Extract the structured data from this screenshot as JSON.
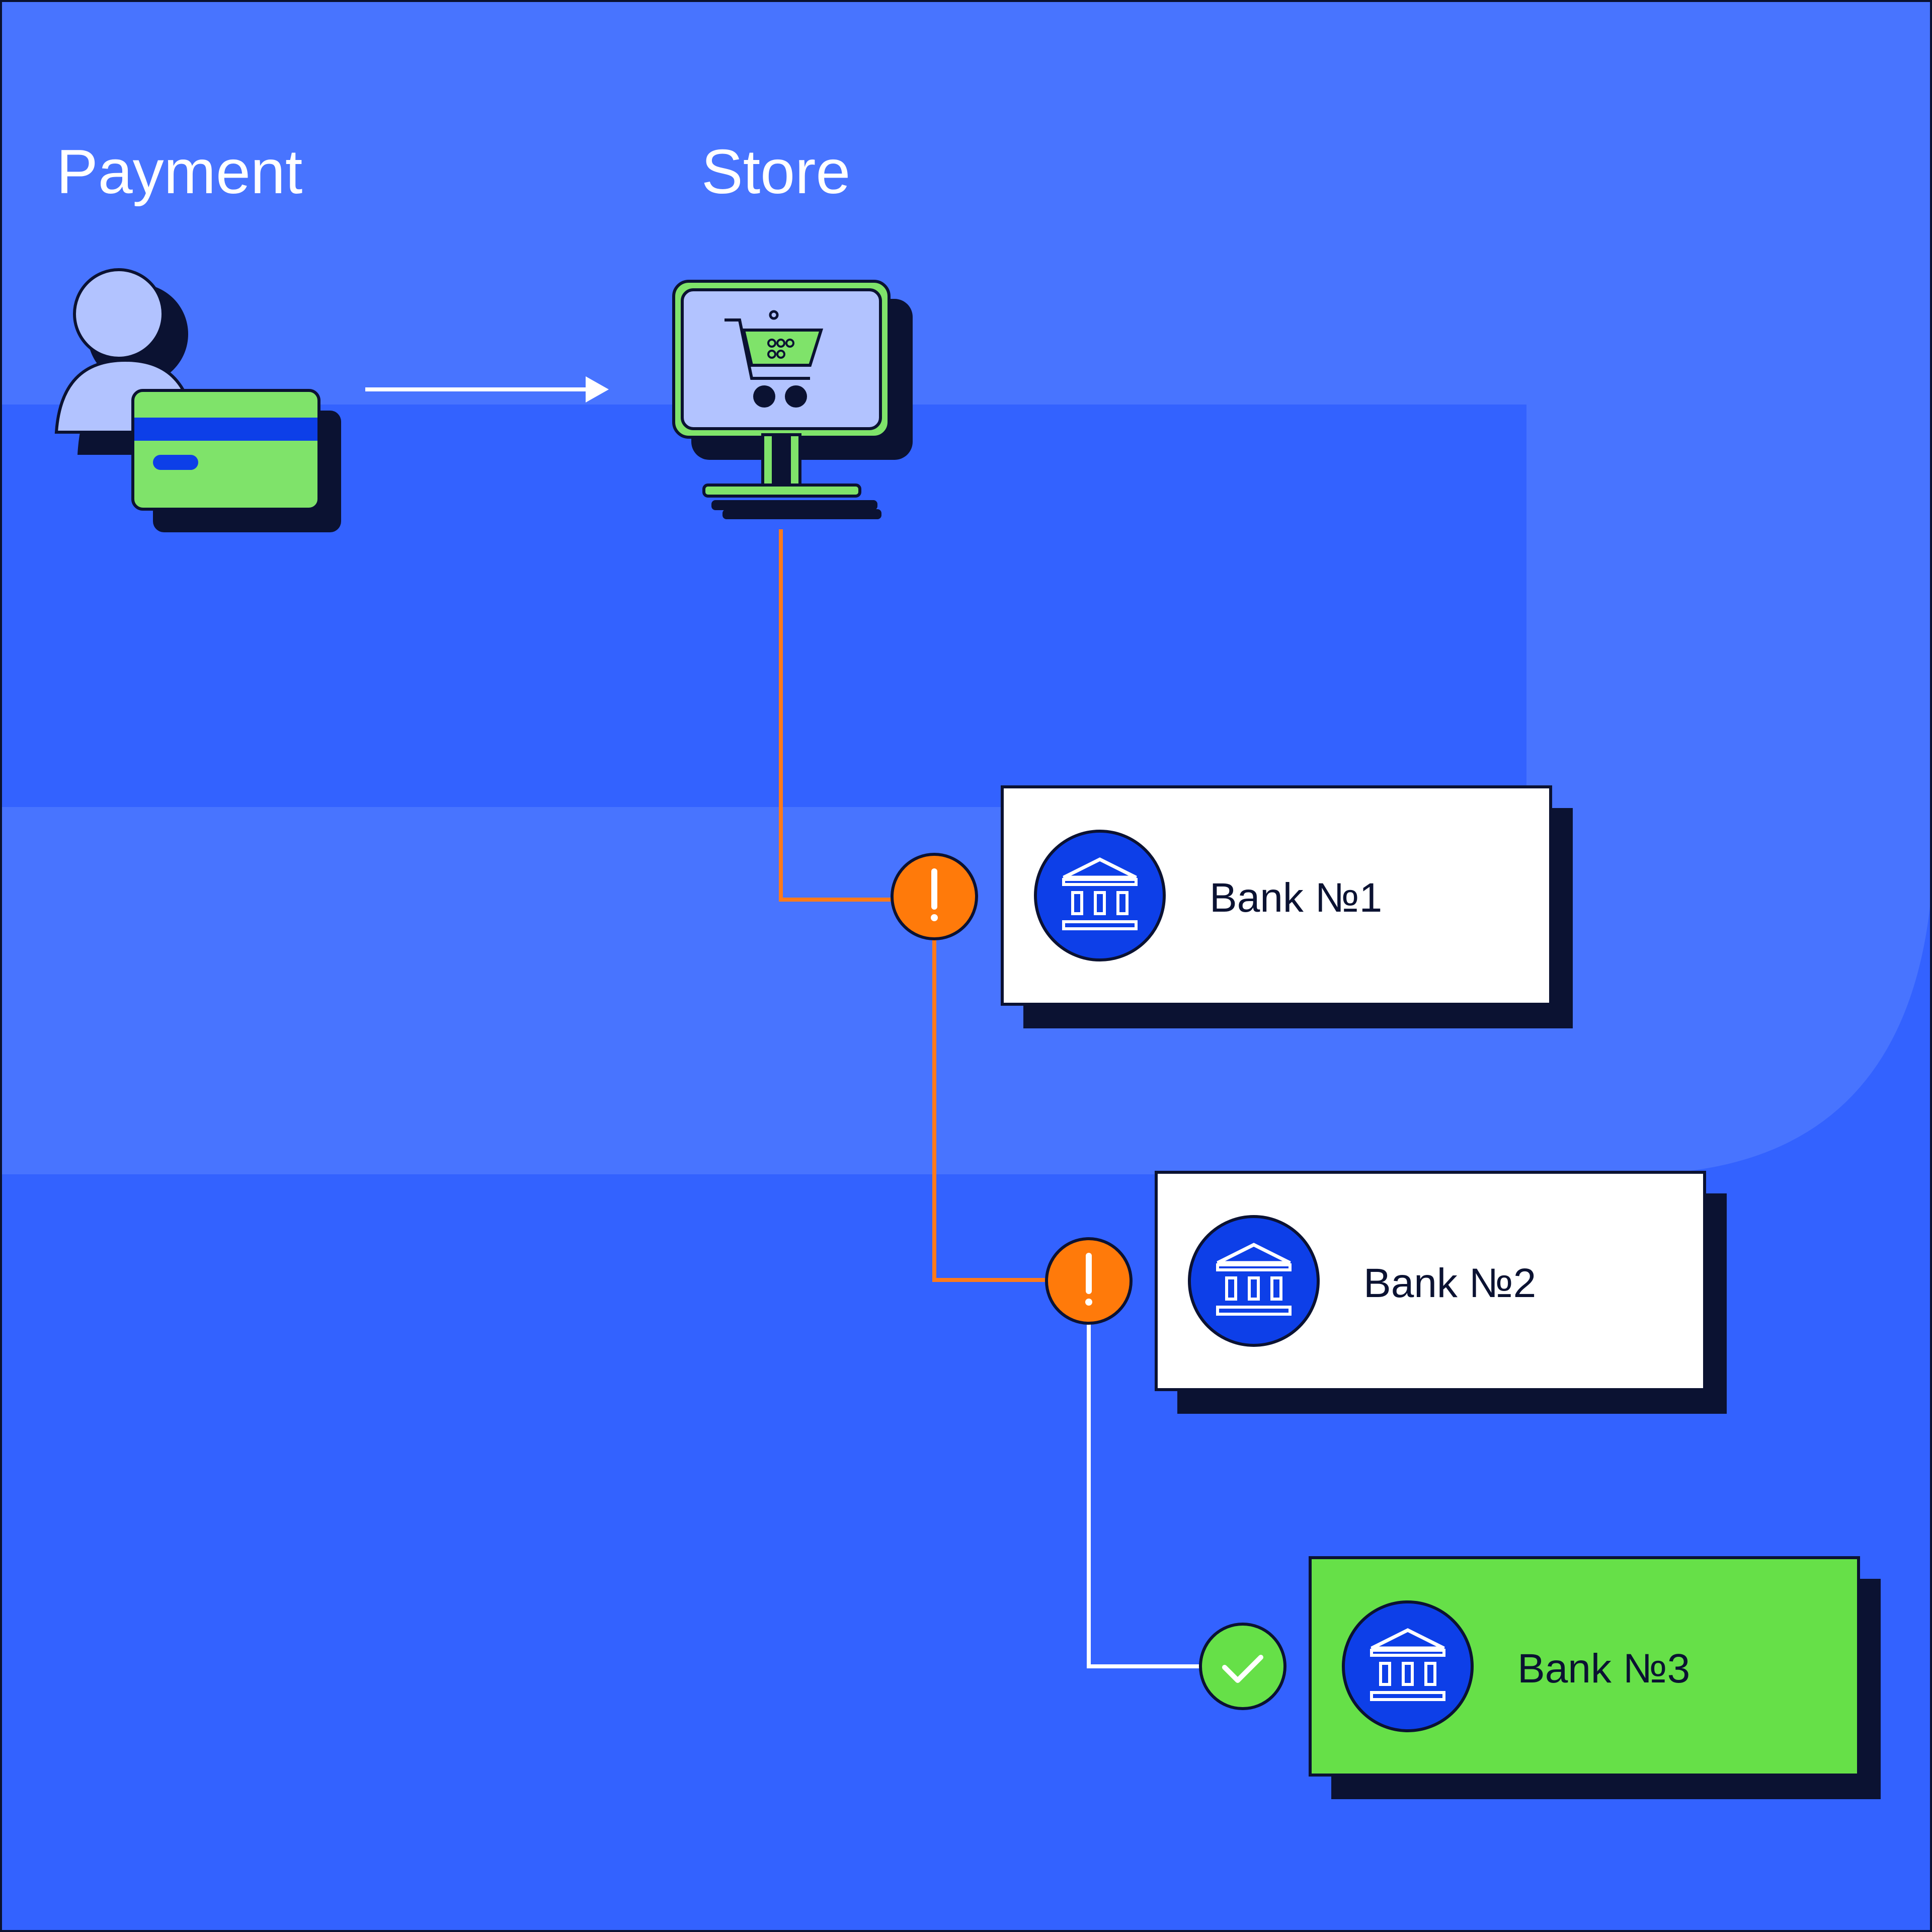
{
  "labels": {
    "payment": "Payment",
    "store": "Store"
  },
  "banks": [
    {
      "name": "Bank №1",
      "status": "warning"
    },
    {
      "name": "Bank №2",
      "status": "warning"
    },
    {
      "name": "Bank №3",
      "status": "success"
    }
  ],
  "status_symbols": {
    "warning": "!",
    "success": "check"
  },
  "icons": {
    "payer": "user-icon",
    "card": "credit-card-icon",
    "store": "shopping-cart-monitor-icon",
    "bank": "bank-building-icon"
  },
  "colors": {
    "background": "#3362FF",
    "background_light": "#4874FF",
    "card_shadow": "#0B1232",
    "accent_green": "#66E048",
    "warning_orange": "#FF7A0A",
    "bank_icon_blue": "#0D3FE8",
    "connector_failed": "#FF7A1A",
    "connector_success": "#FFFFFF"
  }
}
